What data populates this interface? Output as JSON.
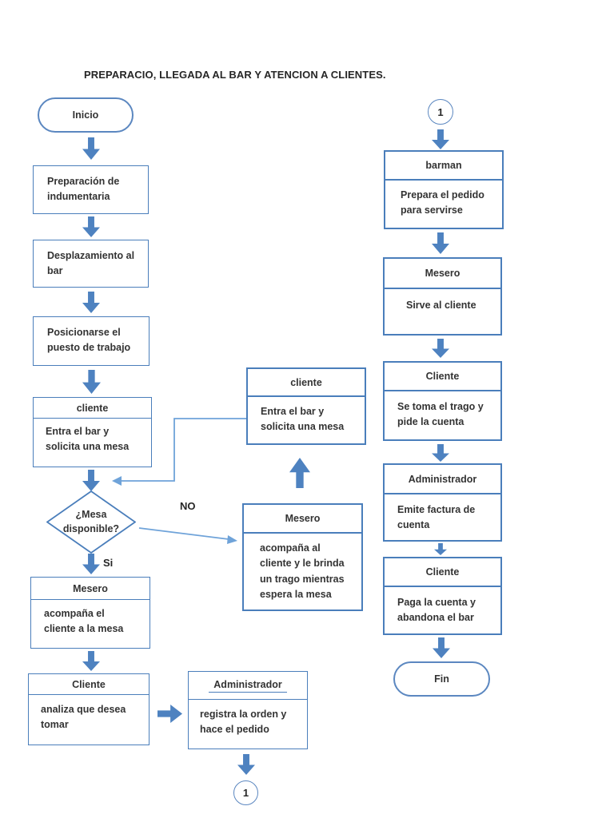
{
  "title": "PREPARACIO, LLEGADA AL BAR Y ATENCION A CLIENTES.",
  "labels": {
    "start": "Inicio",
    "end": "Fin",
    "decision": "¿Mesa disponible?",
    "no": "NO",
    "si": "Si",
    "connector": "1"
  },
  "left": {
    "steps": [
      "Preparación de indumentaria",
      "Desplazamiento al bar",
      "Posicionarse el puesto de trabajo"
    ],
    "cliente": {
      "header": "cliente",
      "body": "Entra el bar y solicita una mesa"
    },
    "mesero": {
      "header": "Mesero",
      "body": "acompaña el cliente a la mesa"
    },
    "cliente2": {
      "header": "Cliente",
      "body": "analiza que desea tomar"
    }
  },
  "middle": {
    "cliente": {
      "header": "cliente",
      "body": "Entra el bar y solicita una mesa"
    },
    "mesero": {
      "header": "Mesero",
      "body": "acompaña al cliente y le brinda un trago mientras espera la mesa"
    },
    "admin": {
      "header": "Administrador",
      "body": "registra la orden y hace el pedido"
    }
  },
  "right": {
    "boxes": [
      {
        "header": "barman",
        "body": "Prepara el pedido para servirse"
      },
      {
        "header": "Mesero",
        "body": "Sirve al cliente"
      },
      {
        "header": "Cliente",
        "body": "Se toma el trago y pide la cuenta"
      },
      {
        "header": "Administrador",
        "body": "Emite factura de cuenta"
      },
      {
        "header": "Cliente",
        "body": "Paga la cuenta y abandona el bar"
      }
    ]
  },
  "colors": {
    "shape_border": "#4a7ebb",
    "arrow_fill": "#4e82c0",
    "thin_line": "#6fa3d9",
    "text": "#333333"
  }
}
